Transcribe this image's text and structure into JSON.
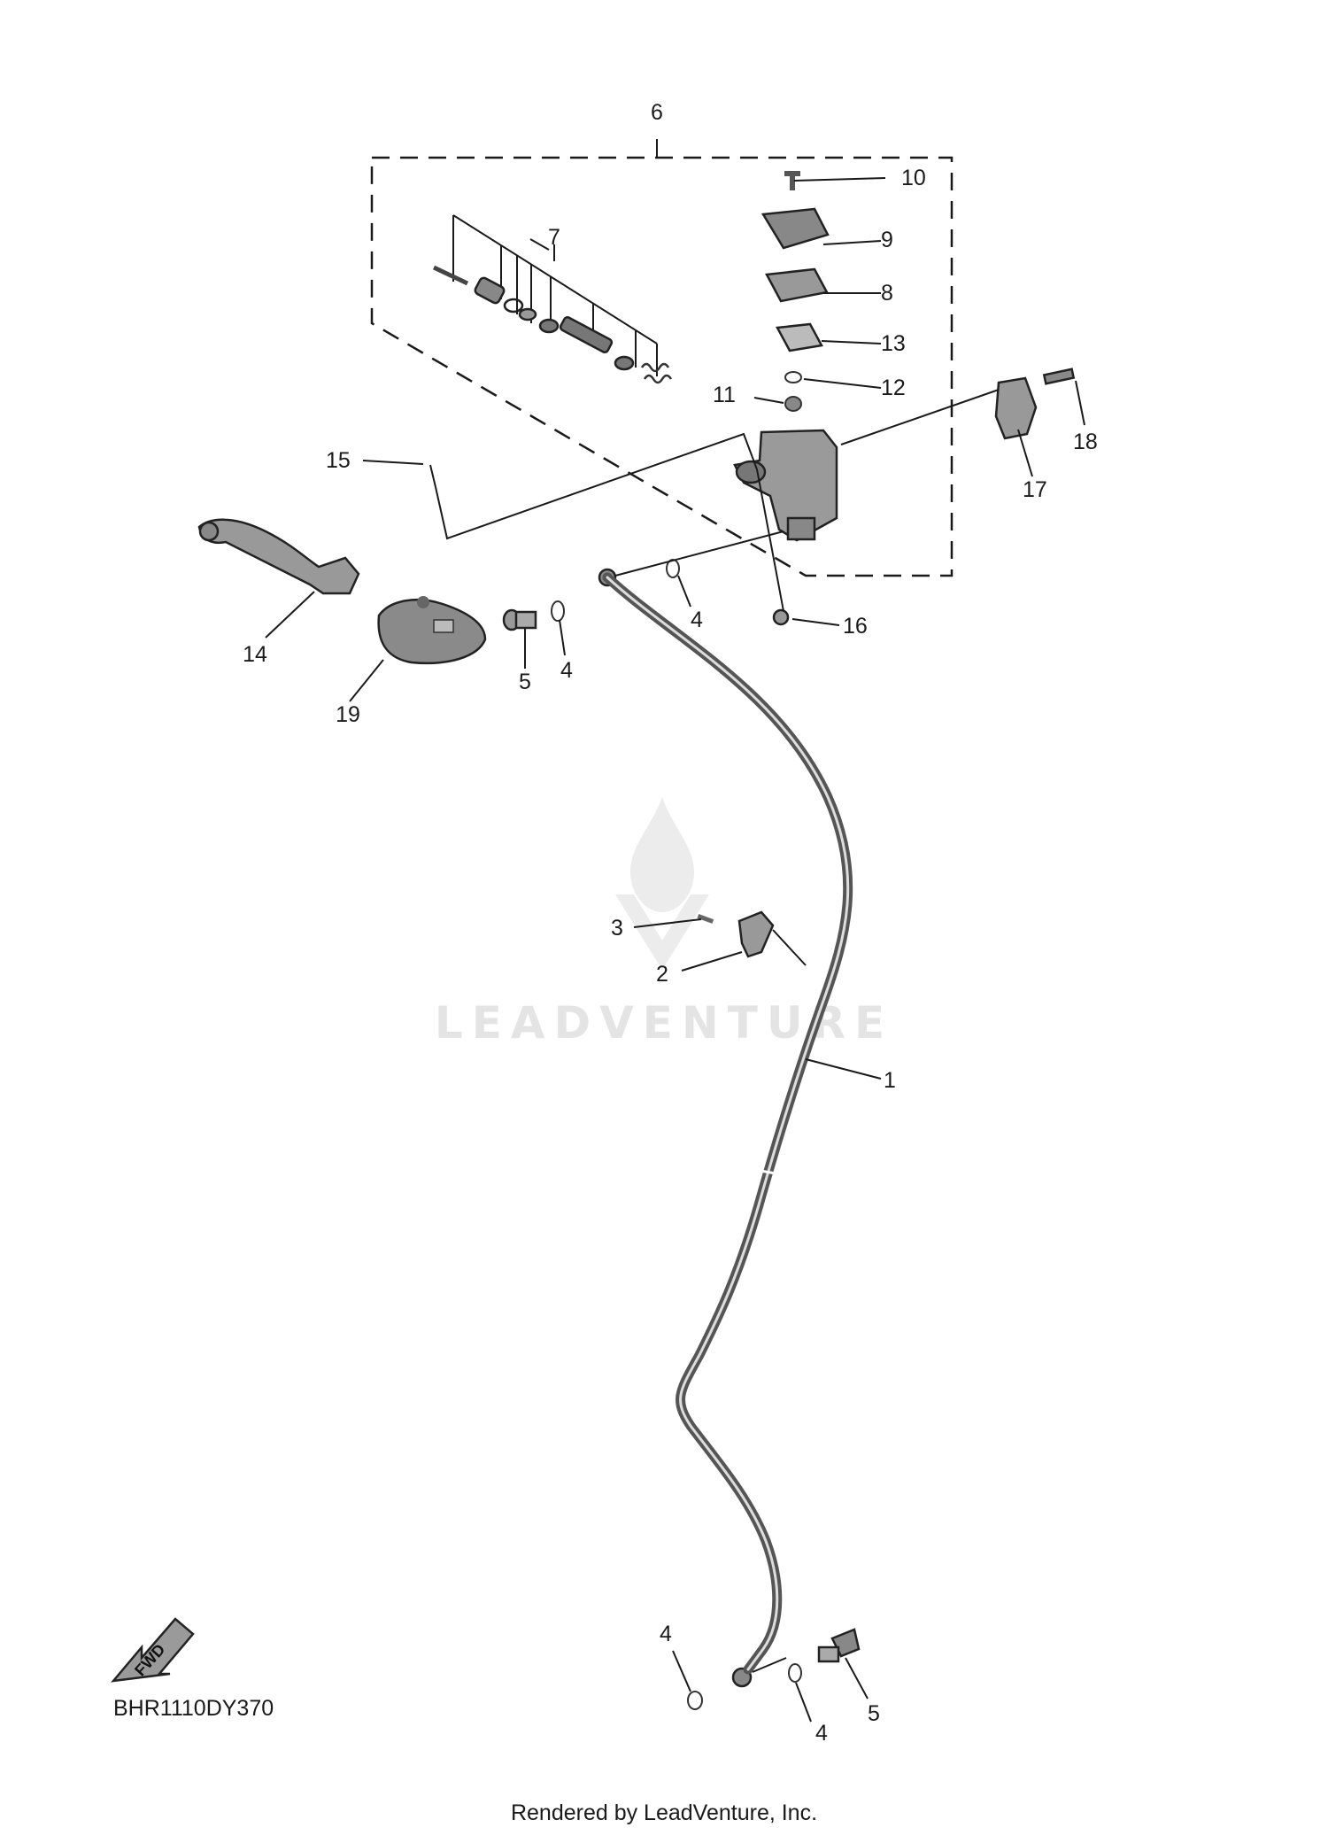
{
  "callouts": [
    {
      "id": "c6",
      "text": "6"
    },
    {
      "id": "c10",
      "text": "10"
    },
    {
      "id": "c7",
      "text": "7"
    },
    {
      "id": "c9",
      "text": "9"
    },
    {
      "id": "c8",
      "text": "8"
    },
    {
      "id": "c13",
      "text": "13"
    },
    {
      "id": "c12",
      "text": "12"
    },
    {
      "id": "c11",
      "text": "11"
    },
    {
      "id": "c18",
      "text": "18"
    },
    {
      "id": "c15",
      "text": "15"
    },
    {
      "id": "c17",
      "text": "17"
    },
    {
      "id": "c4a",
      "text": "4"
    },
    {
      "id": "c16",
      "text": "16"
    },
    {
      "id": "c14",
      "text": "14"
    },
    {
      "id": "c5a",
      "text": "5"
    },
    {
      "id": "c4b",
      "text": "4"
    },
    {
      "id": "c19",
      "text": "19"
    },
    {
      "id": "c3",
      "text": "3"
    },
    {
      "id": "c2",
      "text": "2"
    },
    {
      "id": "c1",
      "text": "1"
    },
    {
      "id": "c4c",
      "text": "4"
    },
    {
      "id": "c5b",
      "text": "5"
    },
    {
      "id": "c4d",
      "text": "4"
    }
  ],
  "watermark": {
    "text": "LEADVENTURE"
  },
  "fwd_label": "FWD",
  "diagram_code": "BHR1110DY370",
  "footer": "Rendered by LeadVenture, Inc."
}
